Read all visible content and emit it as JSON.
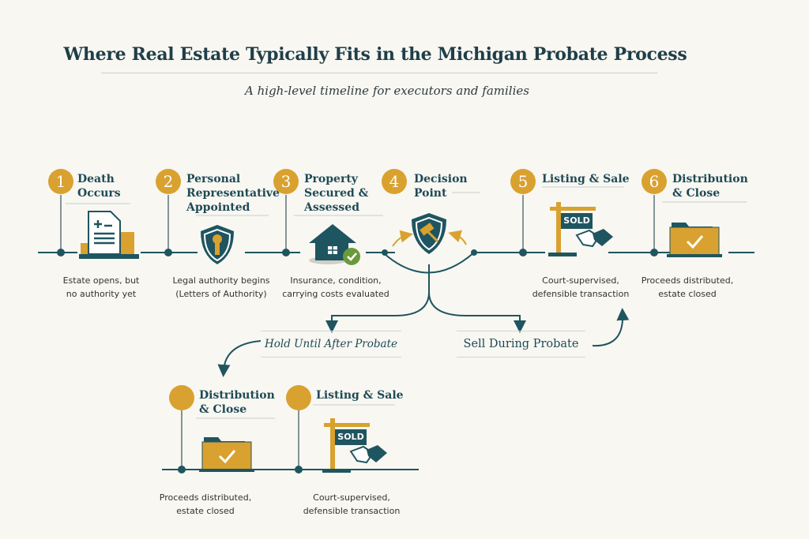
{
  "header": {
    "title": "Where Real Estate Typically Fits in the Michigan Probate Process",
    "subtitle": "A high-level timeline for executors and families"
  },
  "colors": {
    "teal": "#1f5560",
    "gold": "#d9a12f",
    "green": "#6a9a3a",
    "background": "#f8f7f2"
  },
  "steps": [
    {
      "number": "1",
      "title": "Death\nOccurs",
      "description": "Estate opens, but\nno authority yet",
      "icon": "document-icon"
    },
    {
      "number": "2",
      "title": "Personal\nRepresentative\nAppointed",
      "description": "Legal authority begins\n(Letters of Authority)",
      "icon": "shield-key-icon"
    },
    {
      "number": "3",
      "title": "Property\nSecured &\nAssessed",
      "description": "Insurance, condition,\ncarrying costs evaluated",
      "icon": "house-check-icon"
    },
    {
      "number": "4",
      "title": "Decision\nPoint",
      "description": "",
      "icon": "shield-gavel-icon"
    },
    {
      "number": "5",
      "title": "Listing & Sale",
      "description": "Court-supervised,\ndefensible transaction",
      "icon": "sold-sign-handshake-icon"
    },
    {
      "number": "6",
      "title": "Distribution\n& Close",
      "description": "Proceeds distributed,\nestate closed",
      "icon": "folder-check-icon"
    }
  ],
  "branches": {
    "hold": "Hold Until After Probate",
    "sell": "Sell During Probate"
  },
  "alt_steps": [
    {
      "title": "Distribution\n& Close",
      "description": "Proceeds distributed,\nestate closed",
      "icon": "folder-check-icon"
    },
    {
      "title": "Listing & Sale",
      "description": "Court-supervised,\ndefensible transaction",
      "icon": "sold-sign-handshake-icon"
    }
  ],
  "sign_text": "SOLD"
}
